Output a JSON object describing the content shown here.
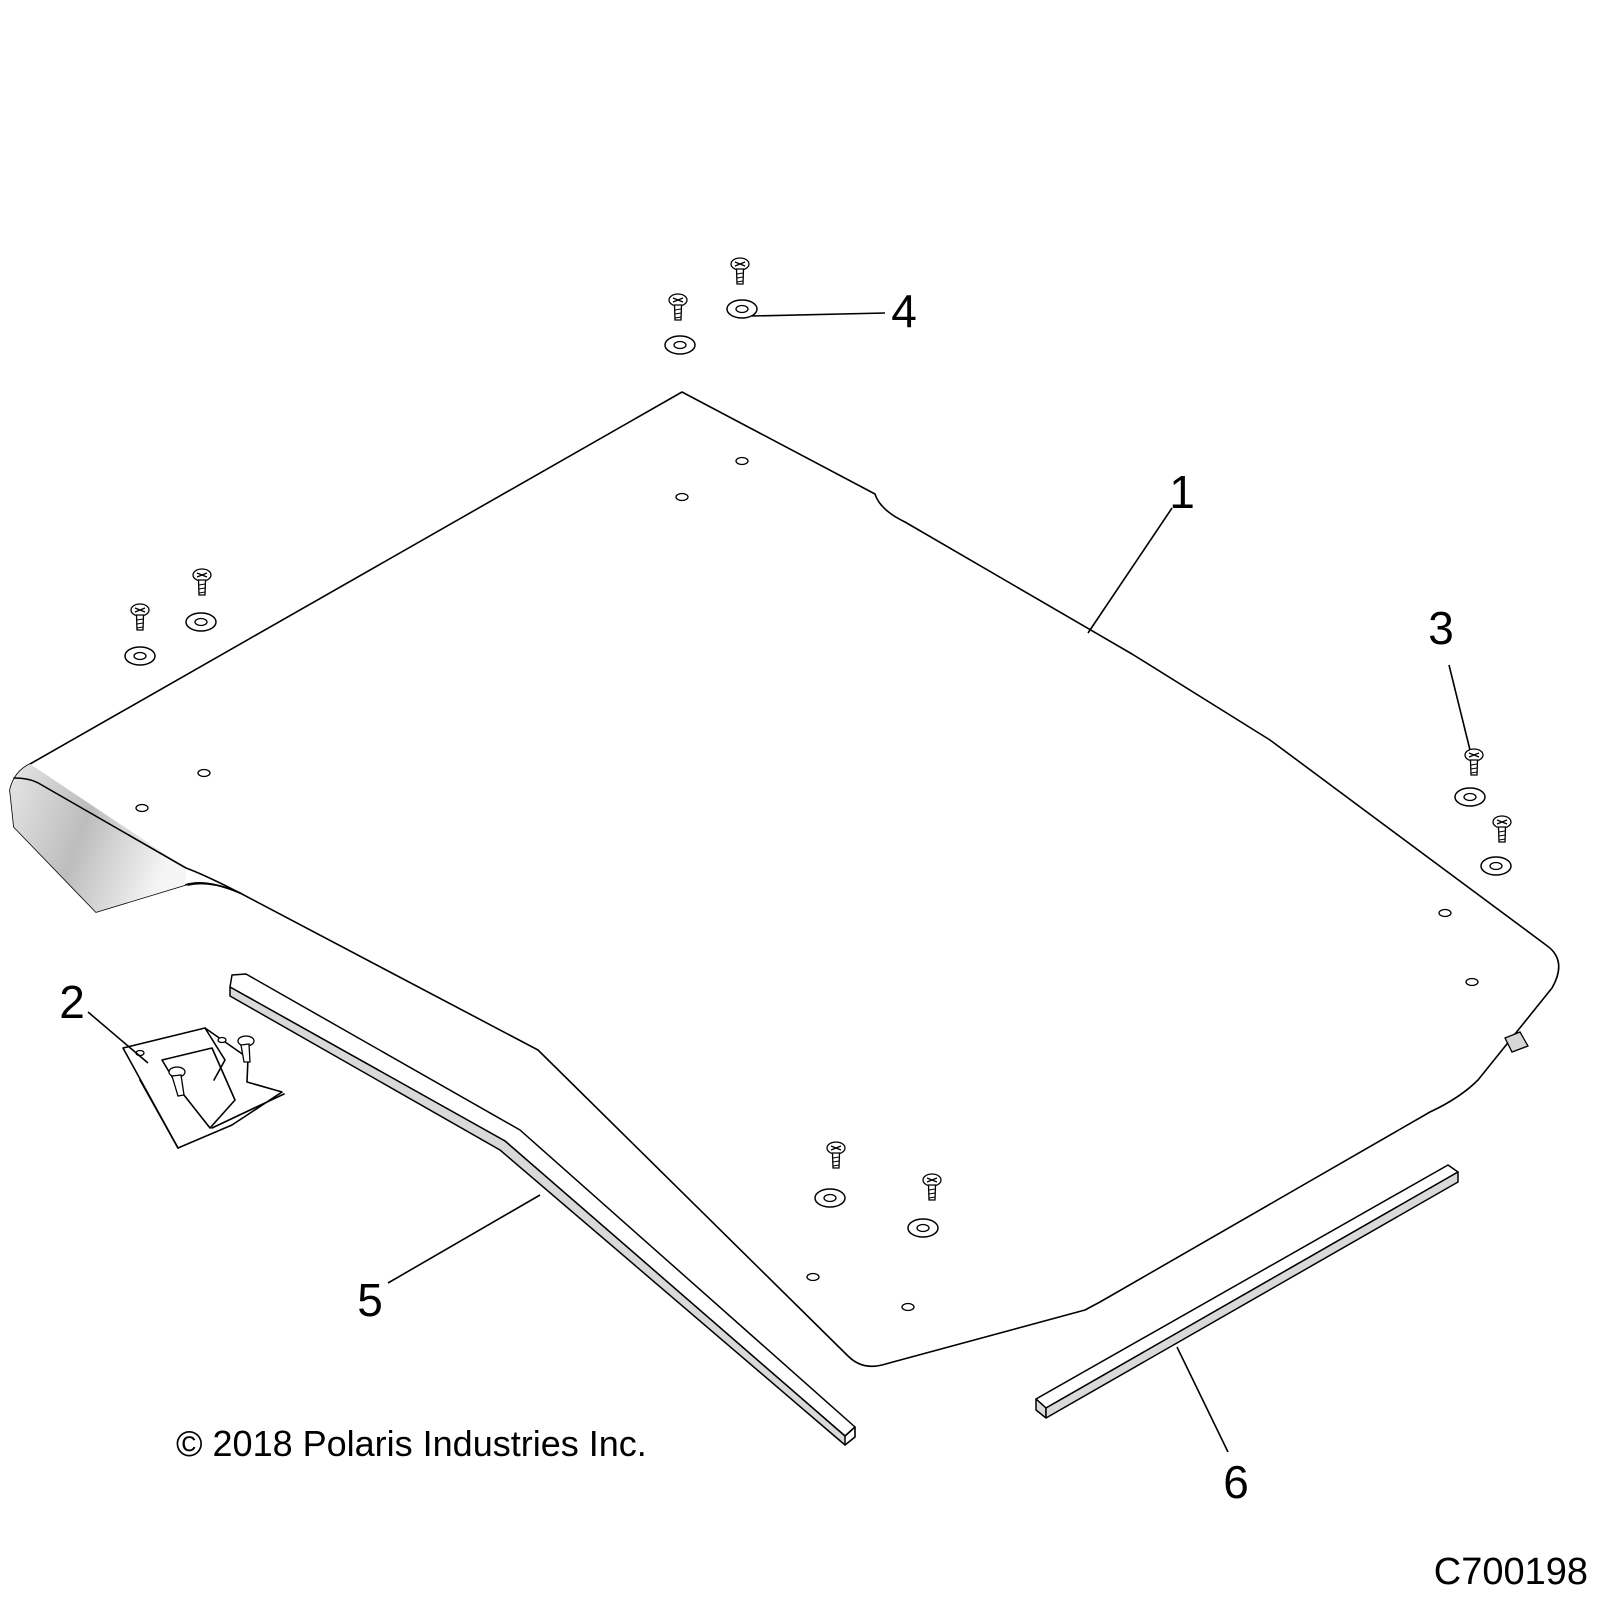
{
  "callouts": {
    "c1": "1",
    "c2": "2",
    "c3": "3",
    "c4": "4",
    "c5": "5",
    "c6": "6"
  },
  "copyright": "© 2018 Polaris Industries Inc.",
  "figure_id": "C700198"
}
